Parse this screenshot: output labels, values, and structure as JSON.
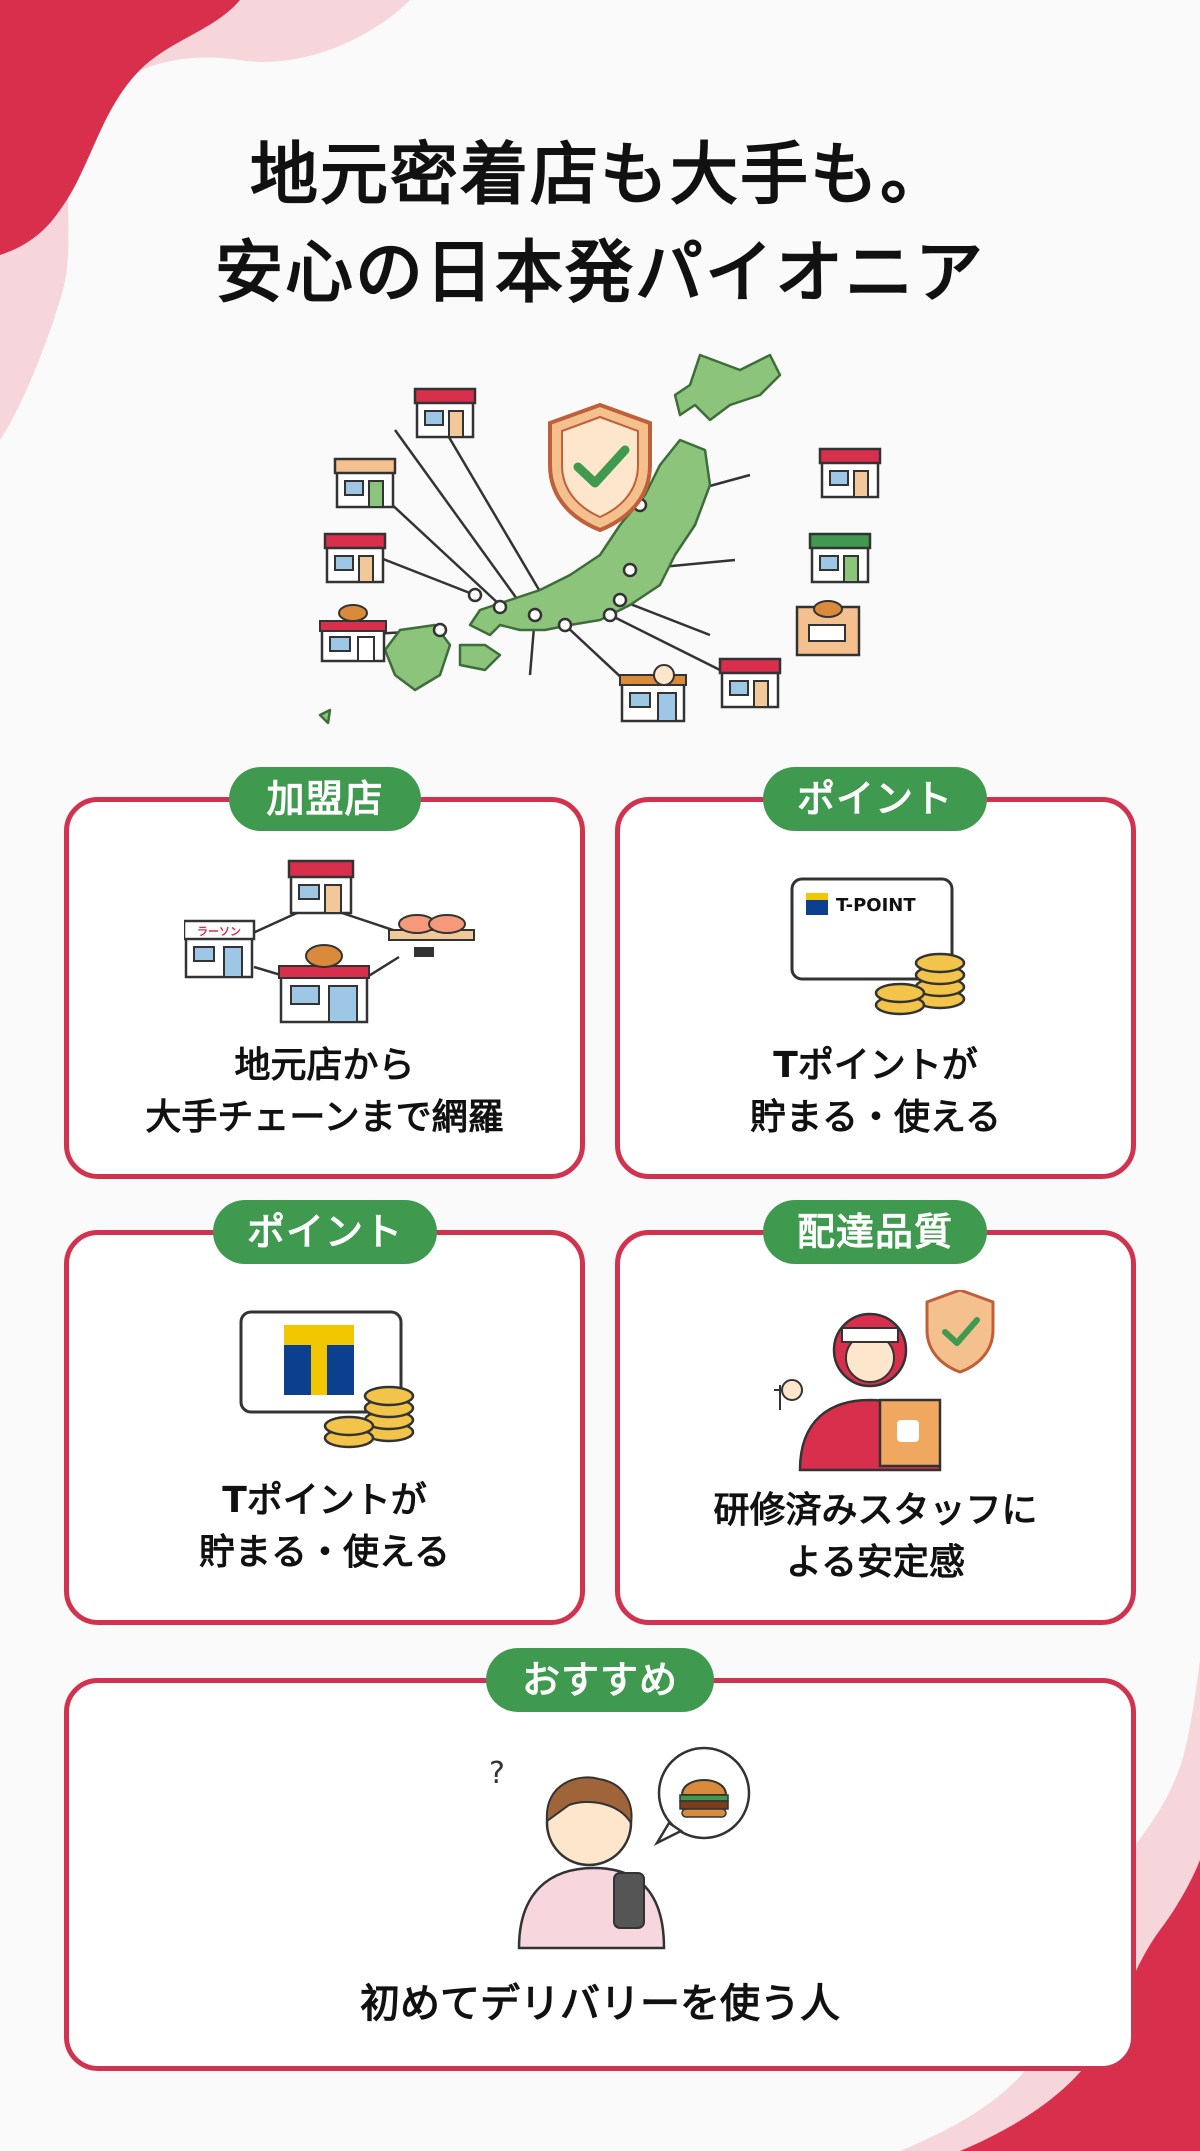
{
  "header": {
    "title_line1": "地元密着店も大手も。",
    "title_line2": "安心の日本発パイオニア"
  },
  "hero": {
    "illustration": "japan-map-with-shops",
    "shield_icon": "shield-check-icon"
  },
  "cards": [
    {
      "badge": "加盟店",
      "line1": "地元店から",
      "line2": "大手チェーンまで網羅",
      "sign_text": "ラーソン"
    },
    {
      "badge": "ポイント",
      "line1": "Tポイントが",
      "line2": "貯まる・使える",
      "card_text": "T-POINT"
    },
    {
      "badge": "ポイント",
      "line1": "Tポイントが",
      "line2": "貯まる・使える"
    },
    {
      "badge": "配達品質",
      "line1": "研修済みスタッフに",
      "line2": "よる安定感"
    }
  ],
  "recommend": {
    "badge": "おすすめ",
    "text": "初めてデリバリーを使う人"
  },
  "colors": {
    "accent_red": "#d1334f",
    "badge_green": "#3f9a4f",
    "map_green": "#8cc47c"
  }
}
